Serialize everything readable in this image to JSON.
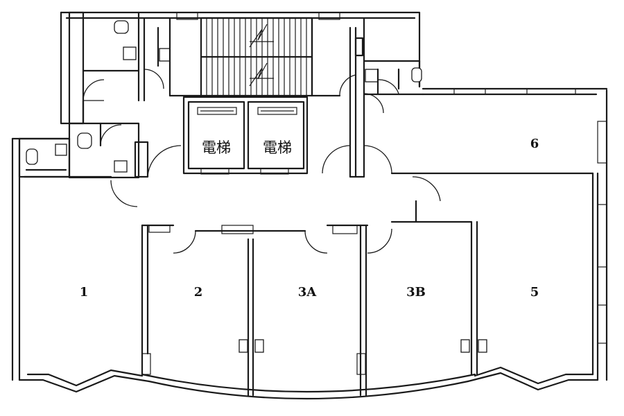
{
  "units": [
    {
      "id": "unit-1",
      "label": "1"
    },
    {
      "id": "unit-2",
      "label": "2"
    },
    {
      "id": "unit-3a",
      "label": "3A"
    },
    {
      "id": "unit-3b",
      "label": "3B"
    },
    {
      "id": "unit-5",
      "label": "5"
    },
    {
      "id": "unit-6",
      "label": "6"
    }
  ],
  "elevators": [
    {
      "id": "elevator-1",
      "label": "電梯"
    },
    {
      "id": "elevator-2",
      "label": "電梯"
    }
  ]
}
